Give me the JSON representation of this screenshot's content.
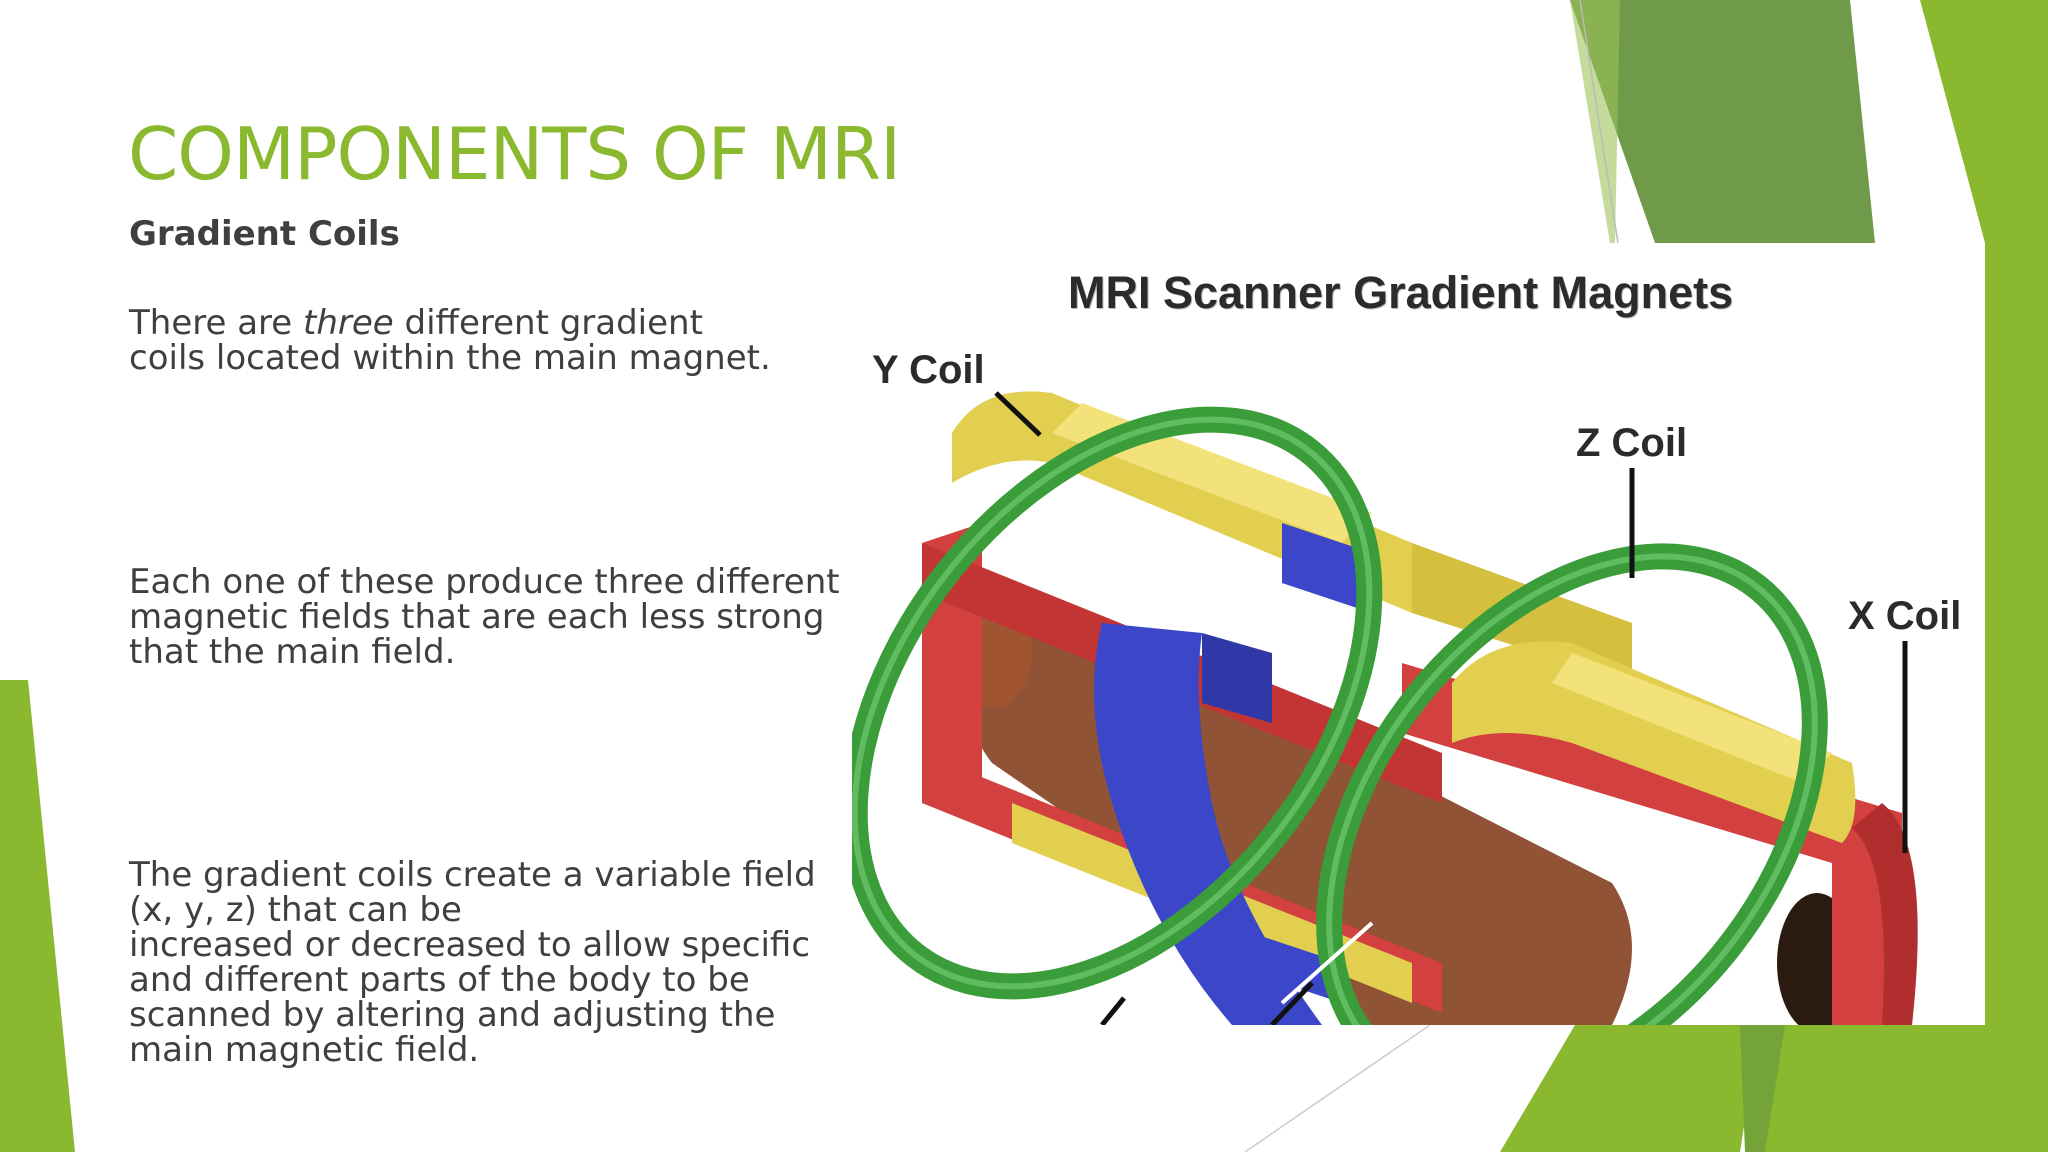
{
  "slide": {
    "title": "COMPONENTS OF MRI",
    "subtitle": "Gradient Coils",
    "paragraph1": {
      "line1_before": "There are ",
      "line1_emph": "three",
      "line1_after": " different gradient",
      "line2": "coils located within the main magnet."
    },
    "paragraph2": [
      "Each one of these produce three different",
      "magnetic fields that are each less strong",
      "that the main field."
    ],
    "paragraph3": [
      "The gradient coils create a variable field",
      "(x, y, z) that can be",
      "increased or decreased to allow specific",
      "and different parts of the body to be",
      "scanned by altering and adjusting the",
      "main magnetic field."
    ]
  },
  "figure": {
    "title": "MRI Scanner Gradient Magnets",
    "labels": {
      "y": "Y Coil",
      "z": "Z Coil",
      "x": "X Coil"
    }
  },
  "colors": {
    "accent_green": "#8ab82e",
    "dark_green": "#6f9a4a",
    "text_gray": "#3f3f3f",
    "coil_green": "#3a9d3a",
    "coil_yellow": "#e3cf4f",
    "coil_red": "#d2403f",
    "coil_blue": "#3b46c9"
  }
}
